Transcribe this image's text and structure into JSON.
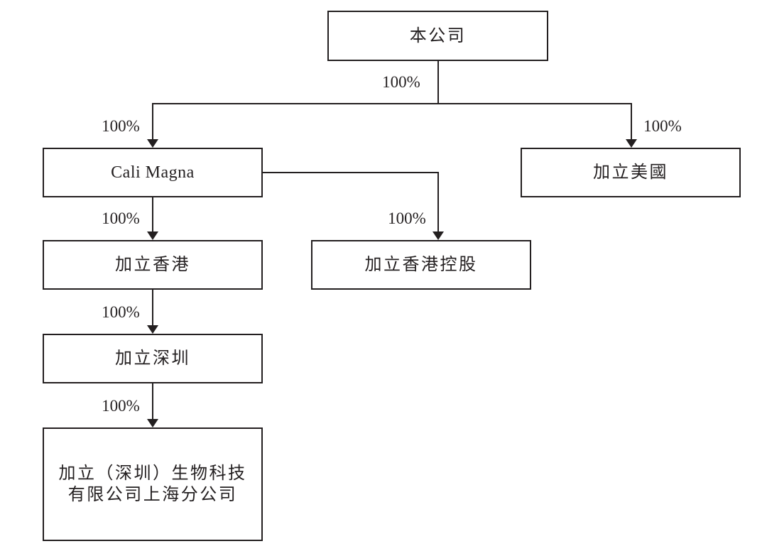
{
  "diagram": {
    "type": "org-chart",
    "background_color": "#ffffff",
    "line_color": "#231f20",
    "text_color": "#231f20",
    "nodes": {
      "company": {
        "label": "本公司"
      },
      "cali_magna": {
        "label": "Cali Magna"
      },
      "jiali_us": {
        "label": "加立美國"
      },
      "jiali_hk": {
        "label": "加立香港"
      },
      "jiali_hk_holdings": {
        "label": "加立香港控股"
      },
      "jiali_shenzhen": {
        "label": "加立深圳"
      },
      "shanghai_branch": {
        "label_line1": "加立（深圳）生物科技",
        "label_line2": "有限公司上海分公司"
      }
    },
    "edges": [
      {
        "id": "company-to-split",
        "label": "100%"
      },
      {
        "id": "split-to-cali-magna",
        "label": "100%"
      },
      {
        "id": "split-to-jiali-us",
        "label": "100%"
      },
      {
        "id": "cali-magna-to-jiali-hk",
        "label": "100%"
      },
      {
        "id": "cali-magna-to-jiali-hk-holdings",
        "label": "100%"
      },
      {
        "id": "jiali-hk-to-jiali-shenzhen",
        "label": "100%"
      },
      {
        "id": "jiali-shenzhen-to-shanghai-branch",
        "label": "100%"
      }
    ]
  }
}
